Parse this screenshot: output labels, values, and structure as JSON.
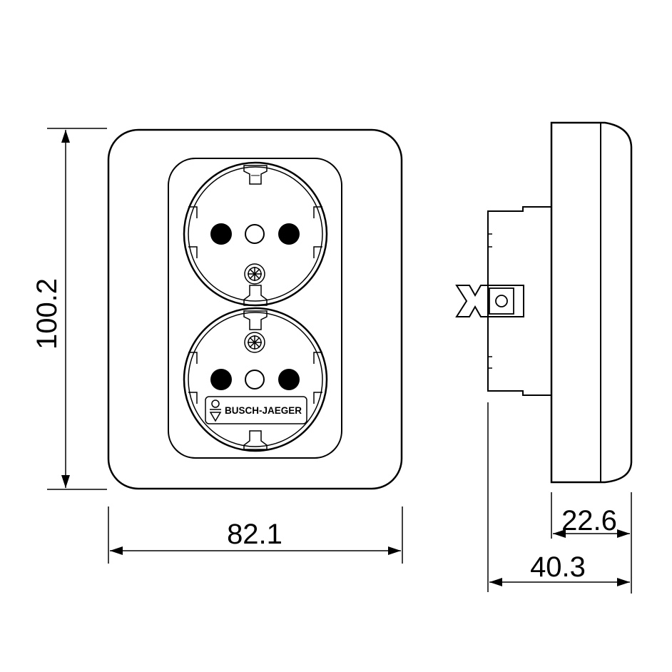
{
  "dimensions": {
    "height": "100.2",
    "width": "82.1",
    "depth_front": "22.6",
    "depth_total": "40.3"
  },
  "brand": {
    "name": "BUSCH-JAEGER"
  },
  "colors": {
    "line": "#000000",
    "background": "#ffffff"
  }
}
